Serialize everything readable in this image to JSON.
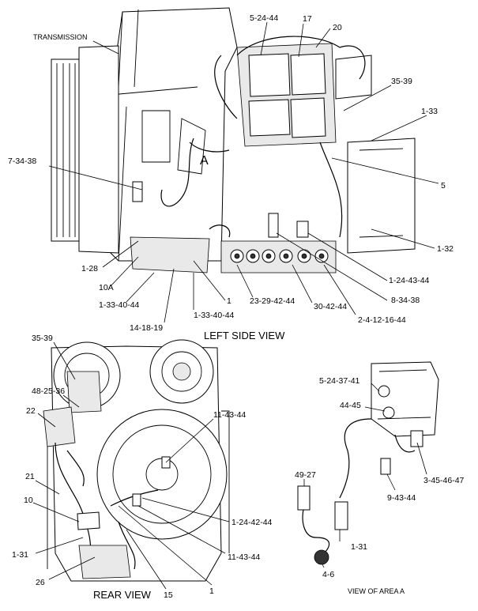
{
  "views": {
    "left_side": "LEFT SIDE VIEW",
    "rear": "REAR VIEW",
    "area_a": "VIEW OF AREA  A"
  },
  "area_marker": "A",
  "labels": {
    "transmission": "TRANSMISSION",
    "c_5_24_44": "5-24-44",
    "c_17": "17",
    "c_20": "20",
    "c_35_39_top": "35-39",
    "c_1_33": "1-33",
    "c_7_34_38": "7-34-38",
    "c_5": "5",
    "c_1_32": "1-32",
    "c_1_28": "1-28",
    "c_10a": "10A",
    "c_1_24_43_44_top": "1-24-43-44",
    "c_8_34_38": "8-34-38",
    "c_1_33_40_44_a": "1-33-40-44",
    "c_1_top": "1",
    "c_23_29_42_44": "23-29-42-44",
    "c_30_42_44": "30-42-44",
    "c_2_4_12_16_44": "2-4-12-16-44",
    "c_14_18_19": "14-18-19",
    "c_1_33_40_44_b": "1-33-40-44",
    "c_35_39_rear": "35-39",
    "c_48_25_36": "48-25-36",
    "c_22": "22",
    "c_21": "21",
    "c_10": "10",
    "c_1_31_rear": "1-31",
    "c_26": "26",
    "c_15": "15",
    "c_1_rear": "1",
    "c_11_43_44_a": "11-43-44",
    "c_1_24_42_44": "1-24-42-44",
    "c_11_43_44_b": "11-43-44",
    "c_5_24_37_41": "5-24-37-41",
    "c_44_45": "44-45",
    "c_3_45_46_47": "3-45-46-47",
    "c_9_43_44": "9-43-44",
    "c_49_27": "49-27",
    "c_1_31_area": "1-31",
    "c_4_6": "4-6"
  }
}
